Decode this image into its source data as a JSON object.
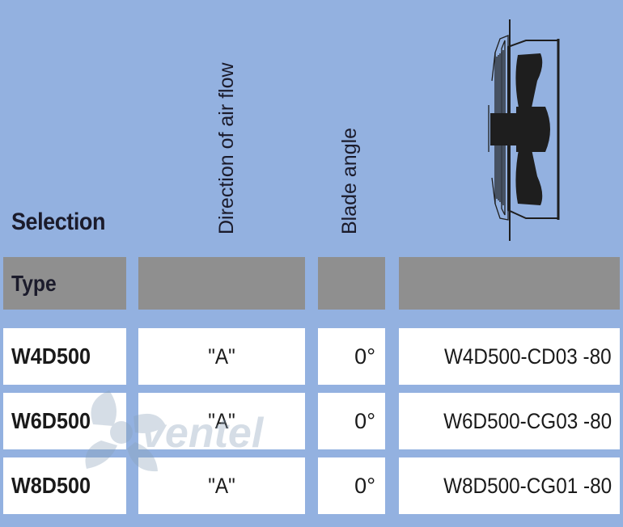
{
  "header": {
    "selection": "Selection",
    "direction_of_air_flow": "Direction of air flow",
    "blade_angle": "Blade angle"
  },
  "type_row": {
    "label": "Type"
  },
  "rows": [
    {
      "type": "W4D500",
      "direction": "\"A\"",
      "angle": "0°",
      "model": "W4D500-CD03 -80"
    },
    {
      "type": "W6D500",
      "direction": "\"A\"",
      "angle": "0°",
      "model": "W6D500-CG03 -80"
    },
    {
      "type": "W8D500",
      "direction": "\"A\"",
      "angle": "0°",
      "model": "W8D500-CG01 -80"
    }
  ],
  "watermark": {
    "text": "ventel"
  },
  "colors": {
    "panel": "#93b1e0",
    "gray_header": "#8f8f8f",
    "text": "#1b1b2b",
    "fan": "#1e1e1e"
  },
  "icons": {
    "fan_illustration": "axial-fan-side-view-icon",
    "watermark_logo": "ventel-fan-logo"
  }
}
